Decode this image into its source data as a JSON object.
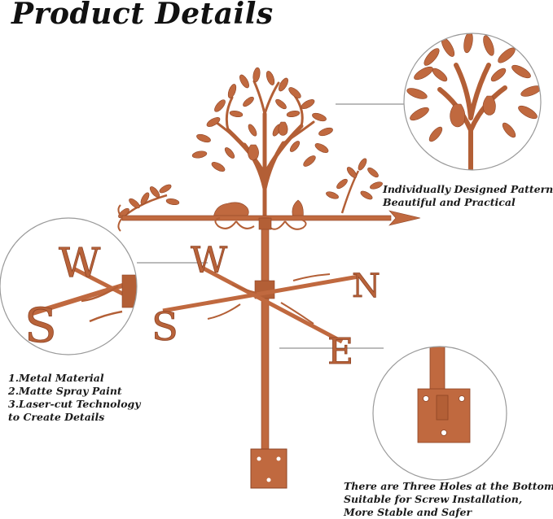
{
  "title": "Product Details",
  "callouts": {
    "pattern": {
      "lines": [
        "Individually Designed Patterns,",
        "Beautiful and Practical"
      ]
    },
    "features": {
      "lines": [
        "1.Metal Material",
        "2.Matte Spray Paint",
        "3.Laser-cut Technology",
        "to Create Details"
      ]
    },
    "mount": {
      "lines": [
        "There are Three Holes at the Bottom,",
        "Suitable for Screw Installation,",
        "More Stable and Safer"
      ]
    }
  },
  "compass_letters": {
    "north": "N",
    "south": "S",
    "east": "E",
    "west": "W"
  },
  "colors": {
    "copper": "#c0693f",
    "copper_dark": "#8e4425",
    "circle_border": "#9a9a9a",
    "text": "#1a1a1a"
  }
}
